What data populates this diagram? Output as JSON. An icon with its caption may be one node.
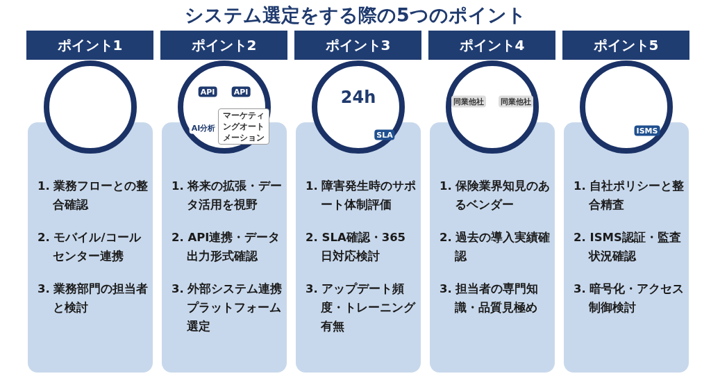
{
  "diagram": {
    "title": "システム選定をする際の5つのポイント",
    "nodes": [
      {
        "text": [
          "ポイント1"
        ]
      },
      {
        "text": [
          "1. 業務フローとの整合確認",
          "2. モバイル/コールセンター連携",
          "3. 業務部門の担当者と検討"
        ]
      },
      {
        "text": [
          "ポイント2"
        ]
      },
      {
        "text": [
          "1. 将来の拡張・データ活用を視野",
          "2. API連携・データ出力形式確認",
          "3. 外部システム連携プラットフォーム選定"
        ]
      },
      {
        "text": [
          "ポイント3"
        ]
      },
      {
        "text": [
          "1. 障害発生時のサポート体制評価",
          "2. SLA確認・365日対応検討",
          "3. アップデート頻度・トレーニング有無"
        ]
      },
      {
        "text": [
          "ポイント4"
        ]
      },
      {
        "text": [
          "1. 保険業界知見のあるベンダー",
          "2. 過去の導入実績確認",
          "3. 担当者の専門知識・品質見極め"
        ]
      },
      {
        "text": [
          "ポイント5"
        ]
      },
      {
        "text": [
          "1. 自社ポリシーと整合精査",
          "2. ISMS認証・監査状況確認",
          "3. 暗号化・アクセス制御検討"
        ]
      }
    ],
    "labels": [
      "API",
      "API",
      "AI分析",
      "マーケティングオートメーション",
      "24h",
      "SLA",
      "同業他社",
      "同業他社",
      "ISMS"
    ]
  }
}
